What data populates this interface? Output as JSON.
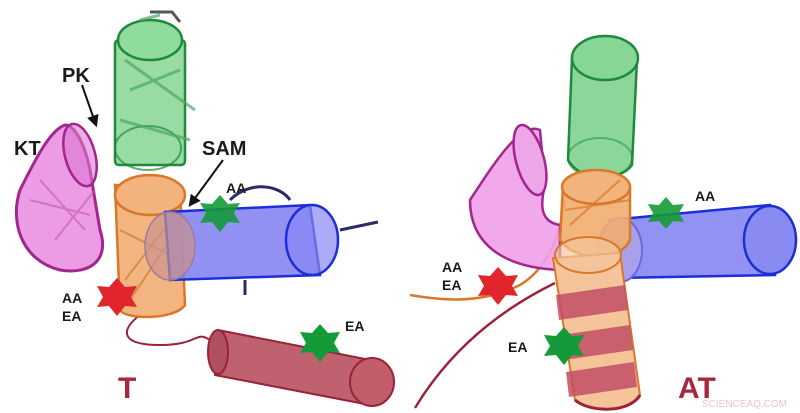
{
  "left_panel": {
    "title": "T",
    "labels": {
      "pk": "PK",
      "kt": "KT",
      "sam": "SAM",
      "aa_top": "AA",
      "aa_ea_1": "AA",
      "aa_ea_2": "EA",
      "ea_right": "EA"
    }
  },
  "right_panel": {
    "title": "AT",
    "labels": {
      "aa_top": "AA",
      "aa_ea_1": "AA",
      "aa_ea_2": "EA",
      "ea_left": "EA"
    }
  },
  "watermark": "SCIENCEAQ.COM",
  "colors": {
    "green": "#7fd28f",
    "green_stroke": "#1f8a3c",
    "pink": "#e98ae0",
    "pink_stroke": "#a3268f",
    "orange": "#f0a868",
    "orange_stroke": "#d9782a",
    "blue": "#7e7ef2",
    "blue_stroke": "#1c2fd6",
    "maroon": "#b8505e",
    "maroon_stroke": "#9b2339",
    "star_green": "#149a38",
    "star_red": "#e0262c",
    "title_red": "#a8273f"
  }
}
